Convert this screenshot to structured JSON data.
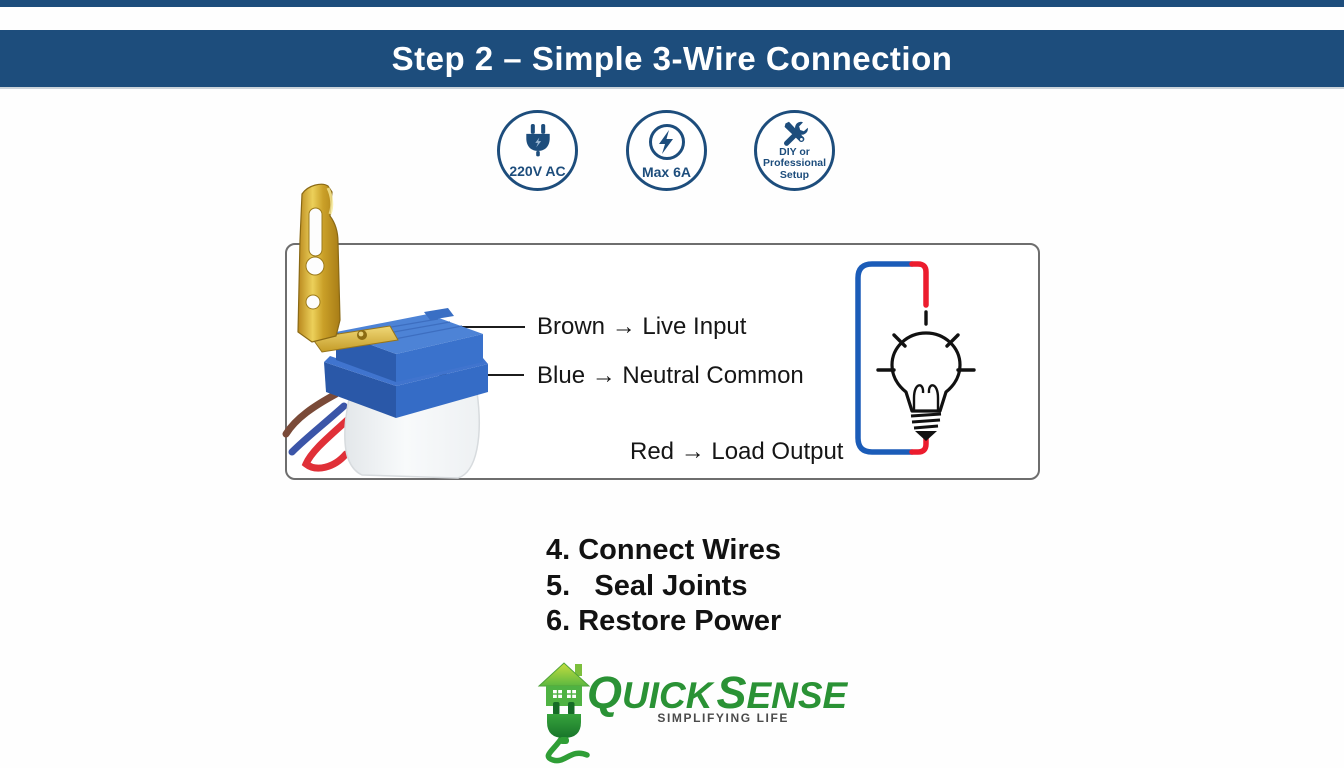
{
  "header": {
    "title": "Step 2 – Simple 3-Wire Connection"
  },
  "badges": [
    {
      "icon": "power-plug-icon",
      "label": "220V AC"
    },
    {
      "icon": "lightning-bolt-icon",
      "label": "Max 6A"
    },
    {
      "icon": "tools-icon",
      "label_lines": [
        "DIY or",
        "Professional",
        "Setup"
      ]
    }
  ],
  "diagram": {
    "product": "photocell-day-night-switch-with-mounting-bracket",
    "wire_labels": [
      {
        "text": "Brown → Live Input"
      },
      {
        "text": "Blue → Neutral Common"
      },
      {
        "text": "Red → Load Output"
      }
    ],
    "bulb_symbol": "light-bulb-circuit"
  },
  "steps": [
    {
      "text": "4. Connect Wires"
    },
    {
      "text": "5.   Seal Joints"
    },
    {
      "text": "6. Restore Power"
    }
  ],
  "logo": {
    "brand_first": "QUICK",
    "brand_second": "SENSE",
    "tagline": "SIMPLIFYING LIFE"
  },
  "colors": {
    "navy": "#1d4d7c",
    "circuit_blue": "#1b5cb8",
    "circuit_red": "#ec1c2e",
    "brand_green": "#2a9235",
    "wire_brown": "#7a4a38",
    "wire_blue": "#3b55a8",
    "wire_red": "#e03038"
  }
}
